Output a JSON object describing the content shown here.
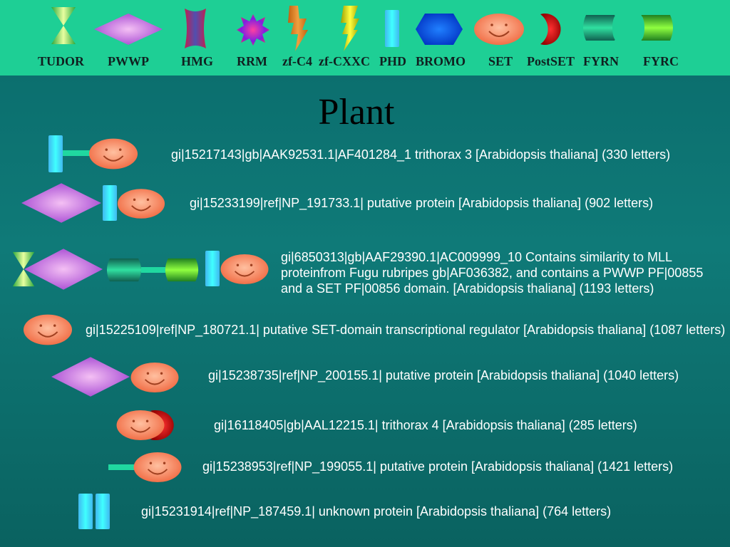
{
  "legend": {
    "items": [
      {
        "label": "TUDOR",
        "icon": "tudor-hourglass-icon"
      },
      {
        "label": "PWWP",
        "icon": "pwwp-diamond-icon"
      },
      {
        "label": "HMG",
        "icon": "hmg-wave-icon"
      },
      {
        "label": "RRM",
        "icon": "rrm-starburst-icon"
      },
      {
        "label": "zf-C4",
        "icon": "zf-c4-bolt-icon"
      },
      {
        "label": "zf-CXXC",
        "icon": "zf-cxxc-bolt-icon"
      },
      {
        "label": "PHD",
        "icon": "phd-bar-icon"
      },
      {
        "label": "BROMO",
        "icon": "bromo-hexagon-icon"
      },
      {
        "label": "SET",
        "icon": "set-smiley-icon"
      },
      {
        "label": "PostSET",
        "icon": "postset-crescent-icon"
      },
      {
        "label": "FYRN",
        "icon": "fyrn-cylinder-icon"
      },
      {
        "label": "FYRC",
        "icon": "fyrc-cylinder-icon"
      }
    ]
  },
  "title": "Plant",
  "proteins": [
    {
      "lines": [
        "gi|15217143|gb|AAK92531.1|AF401284_1 trithorax 3 [Arabidopsis thaliana] (330 letters)"
      ]
    },
    {
      "lines": [
        "gi|15233199|ref|NP_191733.1| putative protein [Arabidopsis thaliana] (902 letters)"
      ]
    },
    {
      "lines": [
        "gi|6850313|gb|AAF29390.1|AC009999_10 Contains similarity to MLL",
        "proteinfrom Fugu rubripes gb|AF036382, and contains a PWWP PF|00855",
        "and a SET PF|00856 domain. [Arabidopsis thaliana] (1193 letters)"
      ]
    },
    {
      "lines": [
        "gi|15225109|ref|NP_180721.1| putative SET-domain transcriptional regulator [Arabidopsis thaliana] (1087 letters)"
      ]
    },
    {
      "lines": [
        "gi|15238735|ref|NP_200155.1| putative protein [Arabidopsis thaliana] (1040 letters)"
      ]
    },
    {
      "lines": [
        "gi|16118405|gb|AAL12215.1| trithorax 4 [Arabidopsis thaliana] (285 letters)"
      ]
    },
    {
      "lines": [
        "gi|15238953|ref|NP_199055.1| putative protein [Arabidopsis thaliana] (1421 letters)"
      ]
    },
    {
      "lines": [
        "gi|15231914|ref|NP_187459.1| unknown protein [Arabidopsis thaliana] (764 letters)"
      ]
    }
  ],
  "colors": {
    "legend_background": "#1ecf95",
    "background": "#0a6a6a",
    "title": "#000000",
    "description_text": "#ffffff"
  }
}
